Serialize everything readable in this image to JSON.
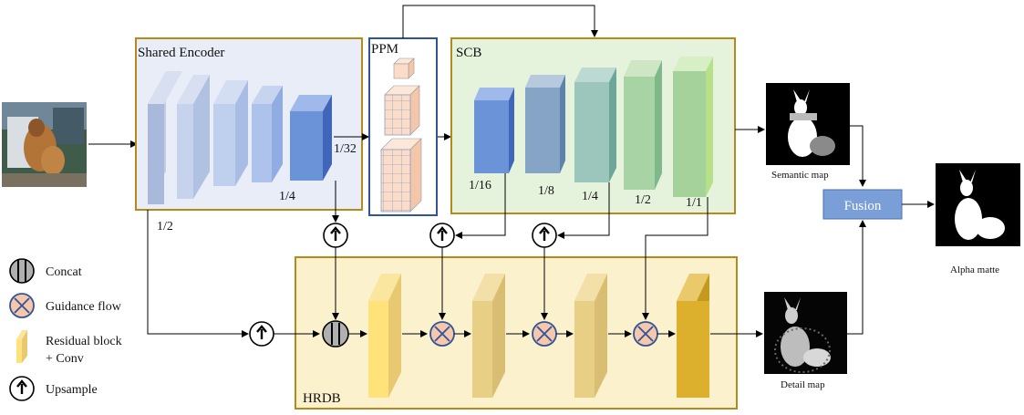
{
  "modules": {
    "encoder": "Shared Encoder",
    "ppm": "PPM",
    "scb": "SCB",
    "hrdb": "HRDB",
    "fusion": "Fusion"
  },
  "labels": {
    "enc_half": "1/2",
    "enc_quarter": "1/4",
    "enc_32": "1/32",
    "scb_16": "1/16",
    "scb_8": "1/8",
    "scb_4": "1/4",
    "scb_2": "1/2",
    "scb_1": "1/1",
    "semantic_map": "Semantic map",
    "detail_map": "Detail map",
    "alpha_matte": "Alpha matte"
  },
  "legend": {
    "concat": "Concat",
    "guidance": "Guidance flow",
    "residual_line1": "Residual block",
    "residual_line2": "+ Conv",
    "upsample": "Upsample"
  },
  "colors": {
    "frame_border": "#b58a1b",
    "encoder_bg": "#e8edf8",
    "scb_bg": "#e6f3dc",
    "hrdb_bg": "#fbf1cc",
    "ppm_border": "#2f5597",
    "fusion_fill": "#7a9fd8",
    "guidance_fill": "#f6c7ac"
  }
}
